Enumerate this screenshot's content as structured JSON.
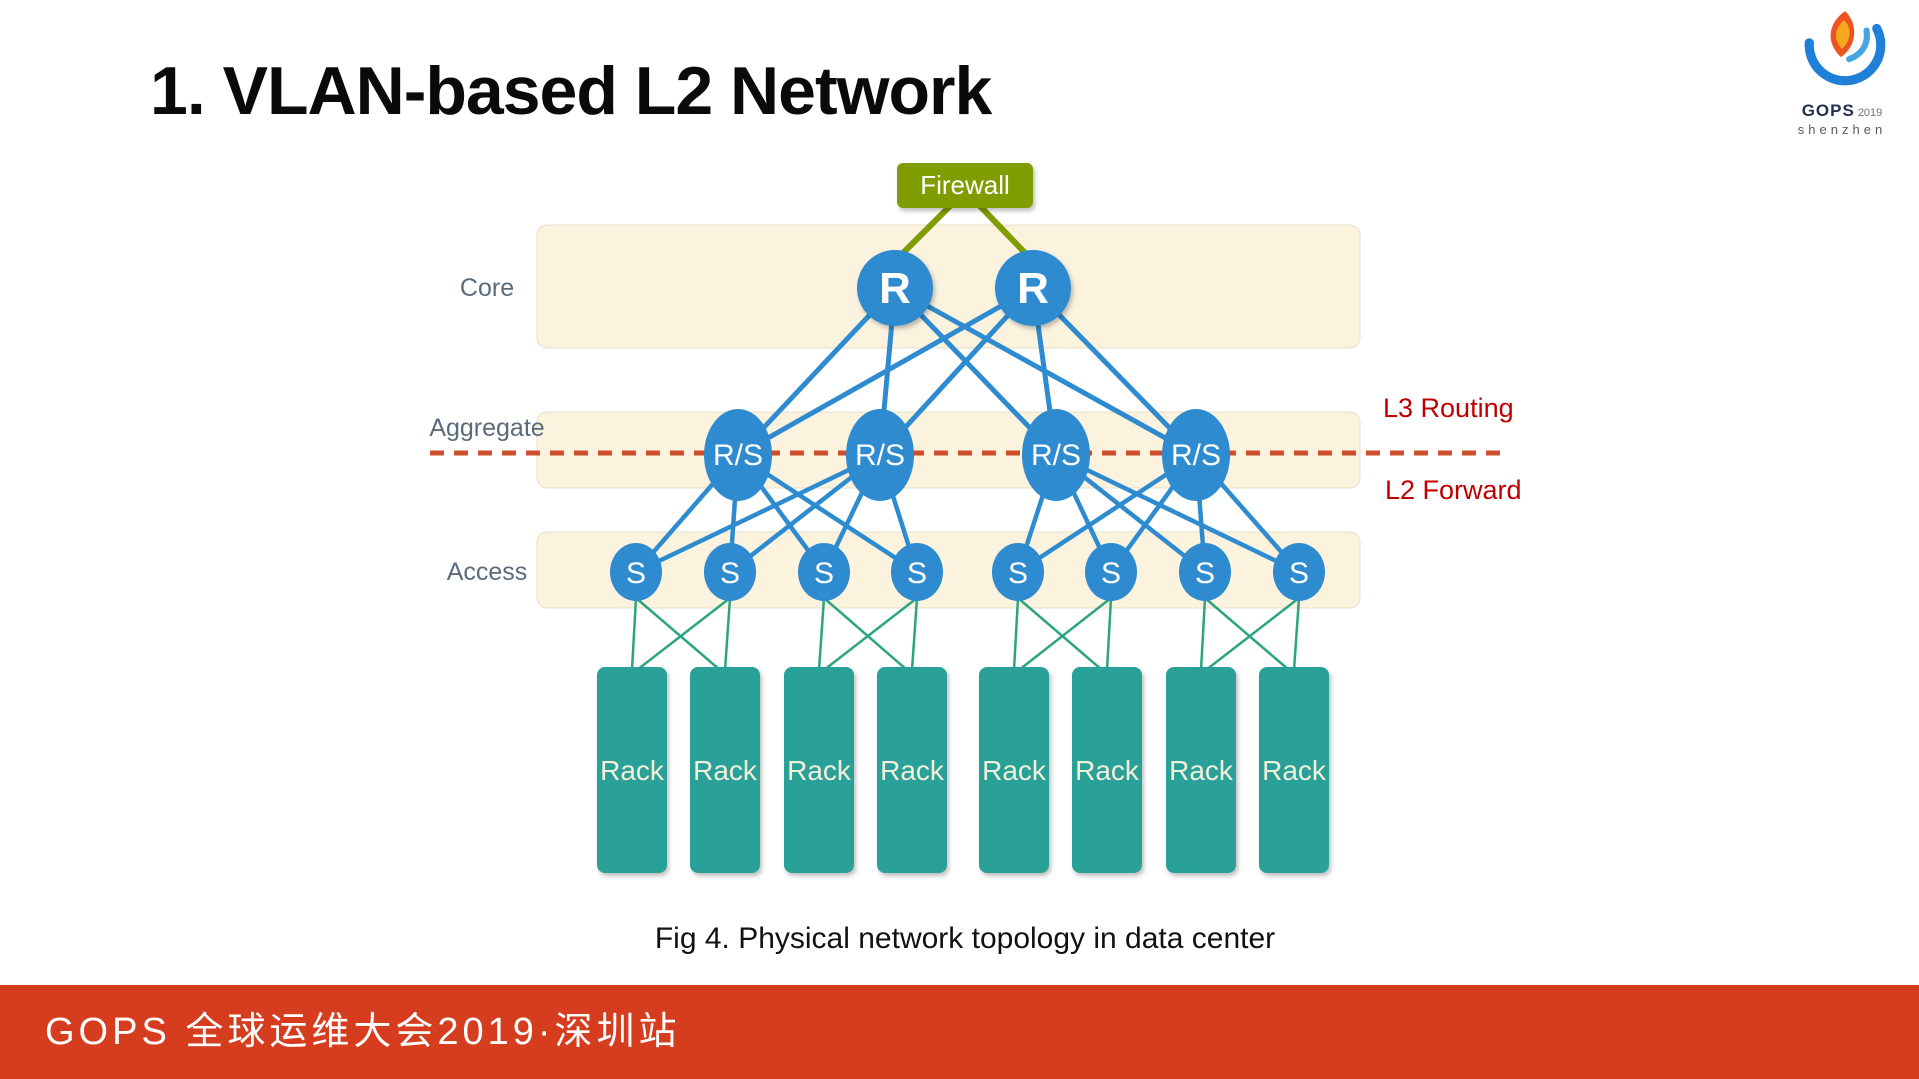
{
  "title": "1. VLAN-based L2 Network",
  "logo": {
    "brand": "GOPS",
    "year": "2019",
    "city": "shenzhen"
  },
  "diagram": {
    "firewall_label": "Firewall",
    "layers": {
      "core": "Core",
      "aggregate": "Aggregate",
      "access": "Access"
    },
    "annotations": {
      "l3": "L3 Routing",
      "l2": "L2 Forward"
    },
    "core_nodes": [
      "R",
      "R"
    ],
    "aggregate_nodes": [
      "R/S",
      "R/S",
      "R/S",
      "R/S"
    ],
    "access_nodes": [
      "S",
      "S",
      "S",
      "S",
      "S",
      "S",
      "S",
      "S"
    ],
    "racks": [
      "Rack",
      "Rack",
      "Rack",
      "Rack",
      "Rack",
      "Rack",
      "Rack",
      "Rack"
    ],
    "caption": "Fig 4. Physical network topology in data center"
  },
  "footer": {
    "text": "GOPS 全球运维大会2019·深圳站"
  },
  "colors": {
    "node_blue": "#2E8BD0",
    "firewall_green": "#7F9C00",
    "rack_teal": "#2BA198",
    "teal_line": "#2BA484",
    "band_cream": "#FBF3DE",
    "dashed_red": "#CC4E2B",
    "label_red": "#C00000",
    "layer_label_gray": "#5A6B7C",
    "banner_red": "#D63C1E"
  }
}
